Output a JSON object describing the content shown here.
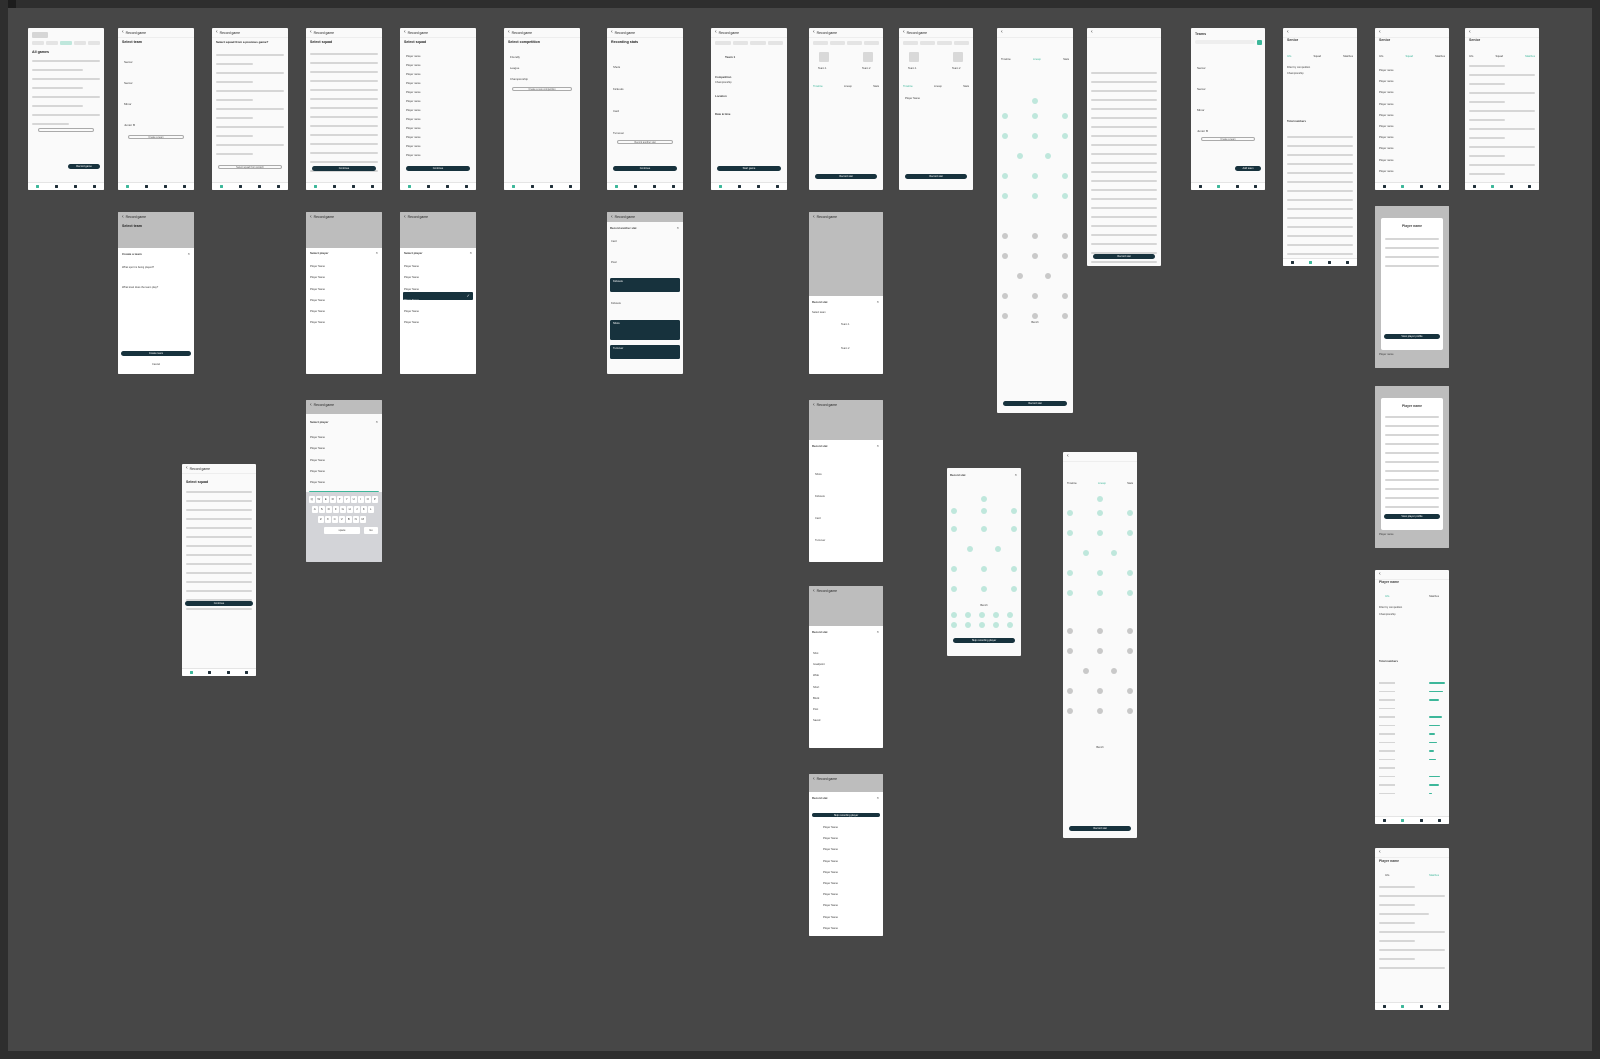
{
  "board": {
    "label": ""
  },
  "screens": {
    "home": {
      "header": "",
      "section_title": "All games",
      "cta": "Record game"
    },
    "select_team": {
      "header": "Record game",
      "title": "Select team",
      "teams": [
        "Senior",
        "Senior",
        "Minor",
        "Junior B"
      ],
      "button": "Create a team"
    },
    "previous_game": {
      "header": "Record game",
      "title": "Select squad from a previous game?",
      "button": "Select squad from scratch"
    },
    "select_squad_empty": {
      "header": "Record game",
      "title": "Select squad",
      "button": "Continue"
    },
    "select_squad_filled": {
      "header": "Record game",
      "title": "Select squad",
      "player": "Player name",
      "button": "Continue"
    },
    "select_competition": {
      "header": "Record game",
      "title": "Select competition",
      "options": [
        "Friendly",
        "League",
        "Championship"
      ],
      "button": "Create a new competition"
    },
    "recording_stats": {
      "header": "Record game",
      "title": "Recording stats",
      "stats": [
        "Shots",
        "Kickouts",
        "Card",
        "Turnover"
      ],
      "button_secondary": "Record another stat",
      "button": "Continue"
    },
    "game_details": {
      "header": "Record game",
      "team": "Team 1",
      "competition_label": "Competition",
      "competition_value": "Championship",
      "location_label": "Location",
      "date_label": "Date & time",
      "button": "Start game"
    },
    "live_timeline": {
      "header": "Record game",
      "team1": "Team 1",
      "team2": "Team 2",
      "tabs": [
        "Timeline",
        "Lineup",
        "Stats"
      ],
      "button": "Record stat"
    },
    "live_timeline_player": {
      "header": "Record game",
      "team1": "Team 1",
      "team2": "Team 2",
      "tabs": [
        "Timeline",
        "Lineup",
        "Stats"
      ],
      "player": "Player Name",
      "button": "Record stat"
    },
    "lineup": {
      "tabs": [
        "Timeline",
        "Lineup",
        "Stats"
      ],
      "bench": "Bench",
      "button": "Record stat"
    },
    "stats_list": {
      "button": "Record stat"
    },
    "teams": {
      "title": "Teams",
      "teams": [
        "Senior",
        "Senior",
        "Minor",
        "Junior B"
      ],
      "button": "Create a team",
      "cta": "Add team"
    },
    "team_info": {
      "title": "Senior",
      "tabs": [
        "Info",
        "Squad",
        "Matches"
      ],
      "filter": "Filter by competition",
      "filter_value": "Championship",
      "total_label": "Total numbers"
    },
    "team_squad": {
      "title": "Senior",
      "tabs": [
        "Info",
        "Squad",
        "Matches"
      ],
      "player": "Player name"
    },
    "team_matches": {
      "title": "Senior",
      "tabs": [
        "Info",
        "Squad",
        "Matches"
      ]
    },
    "create_team": {
      "header": "Record game",
      "title": "Select team",
      "modal_title": "Create a team",
      "q1": "What sport is being played?",
      "q2": "What level does the team play?",
      "cta": "Create team",
      "cancel": "Cancel"
    },
    "select_player_modal": {
      "header": "Record game",
      "title": "Select player",
      "player": "Player Name"
    },
    "select_player_checked": {
      "header": "Record game",
      "title": "Select player",
      "player": "Player Name"
    },
    "record_another_stat": {
      "header": "Record game",
      "title": "Record another stat",
      "stats": [
        "Card",
        "Pixel",
        "Kickouts",
        "Kickouts",
        "Shots",
        "Turnover"
      ]
    },
    "record_stat_team": {
      "header": "Record game",
      "modal_title": "Record stat",
      "select_label": "Select team",
      "team1": "Team 1",
      "team2": "Team 2"
    },
    "select_player_keyboard": {
      "header": "Record game",
      "title": "Select player",
      "player": "Player Name",
      "keys": "QWERTYUIOPASDFGHJKLZXCVBNM",
      "space": "space",
      "ret": "Go"
    },
    "record_stat_types": {
      "header": "Record game",
      "modal_title": "Record stat",
      "stats": [
        "Shots",
        "Kickouts",
        "Card",
        "Turnover"
      ]
    },
    "record_stat_list": {
      "header": "Record game",
      "modal_title": "Record stat",
      "items": [
        "Shot",
        "Goal/point",
        "Wide",
        "Short",
        "Block",
        "Post",
        "Saved"
      ]
    },
    "record_stat_players": {
      "header": "Record game",
      "modal_title": "Record stat",
      "action": "Skip recording player",
      "player": "Player Name"
    },
    "select_squad_numbered": {
      "header": "Record game",
      "title": "Select squad",
      "button": "Continue"
    },
    "record_stat_pitch": {
      "modal_title": "Record stat",
      "bench": "Bench",
      "button": "Skip recording player"
    },
    "lineup_live": {
      "tabs": [
        "Timeline",
        "Lineup",
        "Stats"
      ],
      "bench": "Bench",
      "button": "Record stat"
    },
    "player_modal": {
      "title": "Player name",
      "button": "View player profile",
      "footer": "Player name"
    },
    "player_modal_long": {
      "title": "Player name",
      "button": "View player profile",
      "footer": "Player name"
    },
    "player_info": {
      "title": "Player name",
      "tabs": [
        "Info",
        "Matches"
      ],
      "filter": "Filter by competition",
      "filter_value": "Championship",
      "total_label": "Total numbers"
    },
    "player_matches": {
      "title": "Player name",
      "tabs": [
        "Info",
        "Matches"
      ]
    }
  }
}
